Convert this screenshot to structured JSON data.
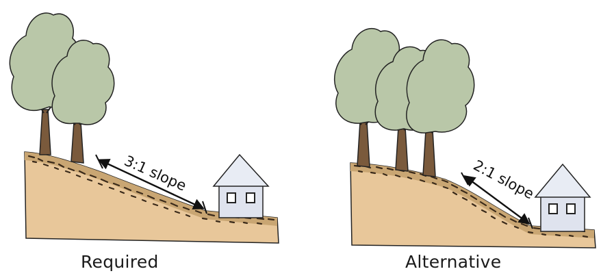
{
  "panels": [
    {
      "caption": "Required",
      "slope_label": "3:1 slope"
    },
    {
      "caption": "Alternative",
      "slope_label": "2:1 slope"
    }
  ],
  "colors": {
    "soil": "#e8c79a",
    "soil_texture": "#3a2a1a",
    "tree_canopy": "#b9c7a8",
    "tree_trunk": "#7a5a3c",
    "house_wall": "#dfe3ee",
    "house_roof": "#e8ecf4",
    "outline": "#222222"
  }
}
